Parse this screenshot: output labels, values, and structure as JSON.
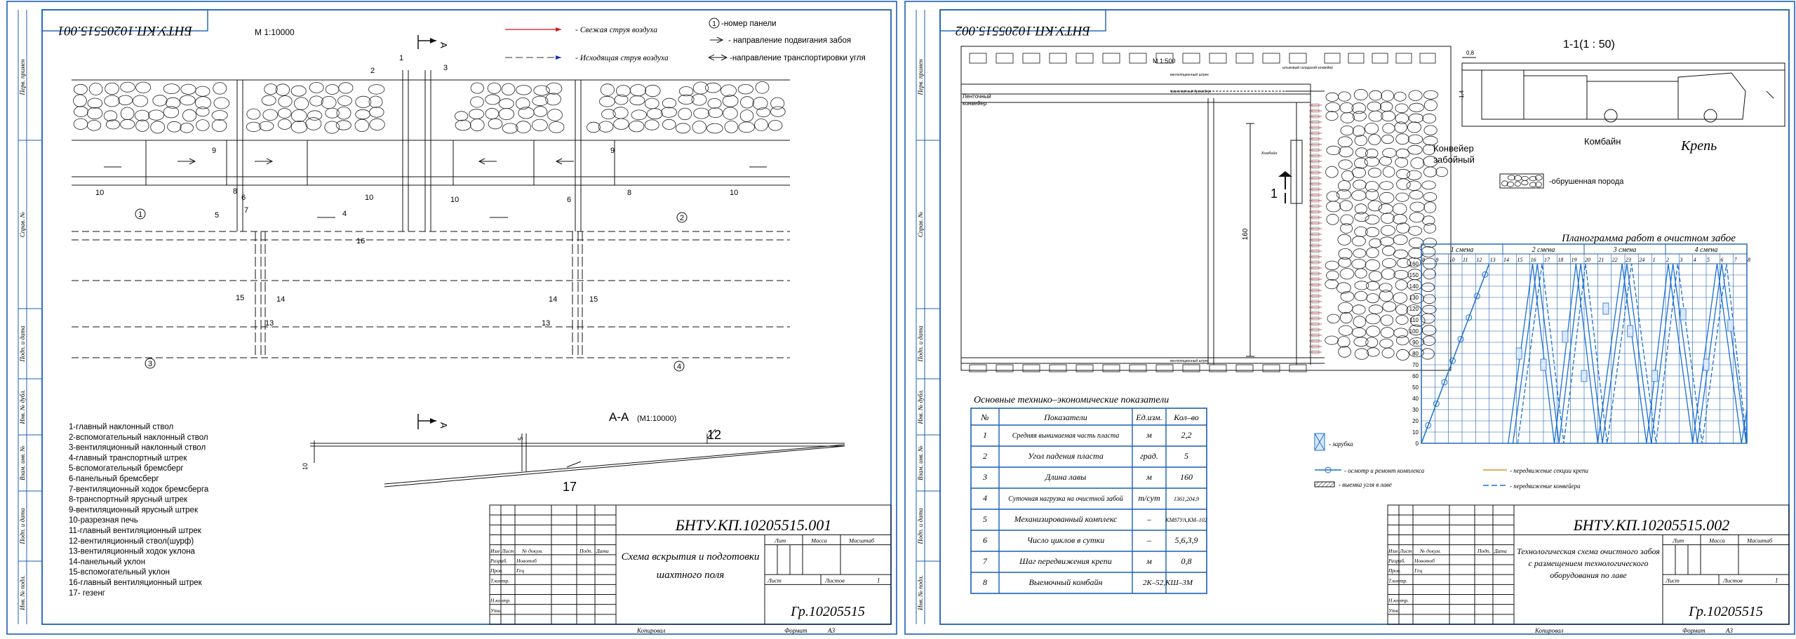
{
  "sheet1": {
    "code_mirrored": "БНТУ.КП.10205515.001",
    "scale": "М 1:10000",
    "legend": {
      "fresh_air": "- Свежая струя воздуха",
      "exhaust_air": "- Исходящая струя воздуха",
      "panel_number": "-номер панели",
      "face_advance": "- направление подвигания забоя",
      "coal_transport": "-направление транспортировки угля"
    },
    "callouts": [
      "1",
      "2",
      "3",
      "4",
      "5",
      "6",
      "7",
      "8",
      "9",
      "10",
      "13",
      "14",
      "15",
      "16"
    ],
    "panels": [
      "1",
      "2",
      "3",
      "4"
    ],
    "section_mark": "А",
    "section_title": "А-А",
    "section_scale": "(М1:10000)",
    "section_callouts": [
      "12",
      "17",
      "5",
      "10"
    ],
    "notes": [
      "1-главный наклонный ствол",
      "2-вспомогательный наклонный ствол",
      "3-вентиляционный наклонный ствол",
      "4-главный транспортный штрек",
      "5-вспомогательный бремсберг",
      "6-панельный бремсберг",
      "7-вентиляционный ходок бремсберга",
      "8-транспортный ярусный штрек",
      "9-вентиляционный ярусный штрек",
      "10-разрезная печь",
      "11-главный вентиляционный штрек",
      "12-вентиляционный ствол(шурф)",
      "13-вентиляционный ходок уклона",
      "14-панельный уклон",
      "15-вспомогательный уклон",
      "16-главный вентиляционный штрек",
      "17- гезенг"
    ],
    "title_block": {
      "code": "БНТУ.КП.10205515.001",
      "title_line1": "Схема вскрытия и подготовки",
      "title_line2": "шахтного поля",
      "group": "Гр.10205515"
    },
    "side_labels": [
      "Перв. примен",
      "Справ. №",
      "Подп. и дата",
      "Инв. № дубл.",
      "Взам. инв. №",
      "Подп. и дата",
      "Инв. № подл."
    ]
  },
  "sheet2": {
    "code_mirrored": "БНТУ.КП.10205515.002",
    "scale": "М 1:500",
    "plan_labels": {
      "belt": "Ленточный",
      "belt2": "конвейер",
      "vent_top": "вентиляционный штрек",
      "transport": "транспортный бремсберг",
      "combine": "Комбайн",
      "vent_bottom": "вентиляционный штрек",
      "stack": "штыковый складской конвейер",
      "length": "160",
      "section_num": "1"
    },
    "section": {
      "title": "1-1(1 : 50)",
      "dim_top": "0,8",
      "dim_left": "1,4",
      "conveyor1": "Конвейер",
      "conveyor2": "забойный",
      "combine": "Комбайн",
      "support": "Крепь",
      "collapsed": "-обрушенная порода"
    },
    "table": {
      "title": "Основные технико–экономические показатели",
      "headers": [
        "№",
        "Показатели",
        "Ед.изм.",
        "Кол–во"
      ],
      "rows": [
        [
          "1",
          "Средняя вынимаемая часть пласта",
          "м",
          "2,2"
        ],
        [
          "2",
          "Угол падения пласта",
          "град.",
          "5"
        ],
        [
          "3",
          "Длина лавы",
          "м",
          "160"
        ],
        [
          "4",
          "Суточная нагрузка на очистной забой",
          "т/сут",
          "1361,204,9"
        ],
        [
          "5",
          "Механизированный комплекс",
          "–",
          "КМ87УА,КМ–102"
        ],
        [
          "6",
          "Число циклов в сутки",
          "–",
          "5,6,3,9"
        ],
        [
          "7",
          "Шаг передвижения крепи",
          "м",
          "0,8"
        ],
        [
          "8",
          "Выемочный комбайн",
          "2К–52,КШ–3М",
          ""
        ]
      ]
    },
    "planogram": {
      "title": "Планограмма работ в очистном забое",
      "shifts": [
        "1 смена",
        "2 смена",
        "3 смена",
        "4 смена"
      ],
      "hours": [
        "8",
        "9",
        "10",
        "11",
        "12",
        "13",
        "14",
        "15",
        "16",
        "17",
        "18",
        "19",
        "20",
        "21",
        "22",
        "23",
        "24",
        "1",
        "2",
        "3",
        "4",
        "5",
        "6",
        "7",
        "8"
      ],
      "y_ticks": [
        "0",
        "10",
        "20",
        "30",
        "40",
        "50",
        "60",
        "70",
        "80",
        "90",
        "100",
        "110",
        "120",
        "130",
        "140",
        "150",
        "160"
      ]
    },
    "legend": {
      "cut": "- зарубка",
      "repair": "- осмотр и ремонт комплекса",
      "extract": "- выемка угля в лаве",
      "support_move": "- передвижение секции крепи",
      "conveyor_move": "- передвижение конвейера"
    },
    "title_block": {
      "code": "БНТУ.КП.10205515.002",
      "title_line1": "Технологическая схема очистного забоя",
      "title_line2": "с размещением технологического",
      "title_line3": "оборудования по лаве",
      "group": "Гр.10205515"
    }
  },
  "stamp": {
    "rows": [
      "Изм",
      "Лист",
      "№ докум.",
      "Подп.",
      "Дата"
    ],
    "roles": [
      "Разраб.",
      "Пров.",
      "Т.контр.",
      "Н.контр.",
      "Утв."
    ],
    "names": [
      "Новотоб",
      "Гец"
    ],
    "col_lit": "Лит",
    "col_mass": "Масса",
    "col_scale": "Масштаб",
    "sheet": "Лист",
    "sheets": "Листов",
    "sheets_count": "1",
    "copied": "Копировал",
    "format": "Формат",
    "format_value": "А3"
  },
  "colors": {
    "fresh": "#e01010",
    "exhaust": "#1030c0",
    "plano": "#1a6fd1",
    "orange": "#e09020"
  }
}
